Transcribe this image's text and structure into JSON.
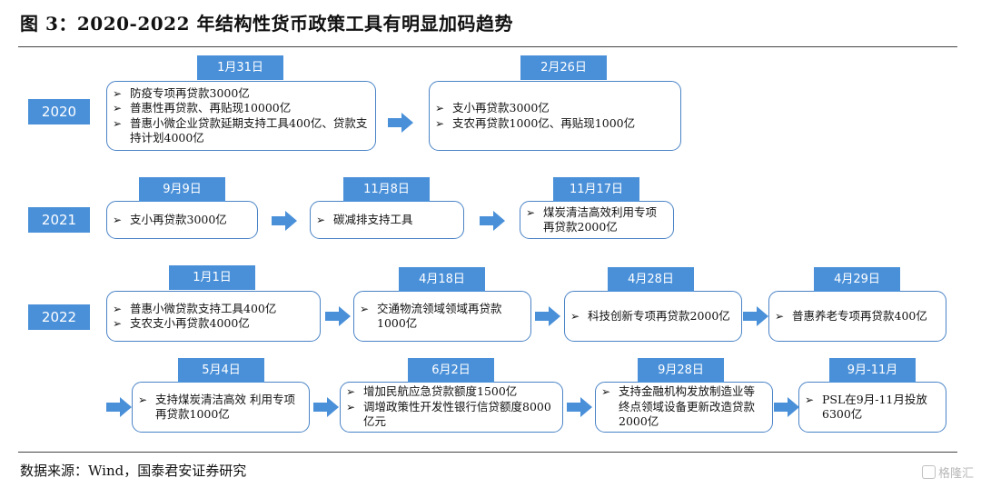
{
  "title": "图 3：2020-2022 年结构性货币政策工具有明显加码趋势",
  "source": "数据来源：Wind，国泰君安证券研究",
  "watermark": "格隆汇",
  "years": [
    "2020",
    "2021",
    "2022"
  ],
  "events": [
    {
      "date": "1月31日",
      "items": [
        "防疫专项再贷款3000亿",
        "普惠性再贷款、再贴现10000亿",
        "普惠小微企业贷款延期支持工具400亿、贷款支持计划4000亿"
      ]
    },
    {
      "date": "2月26日",
      "items": [
        "支小再贷款3000亿",
        "支农再贷款1000亿、再贴现1000亿"
      ]
    },
    {
      "date": "9月9日",
      "items": [
        "支小再贷款3000亿"
      ]
    },
    {
      "date": "11月8日",
      "items": [
        "碳减排支持工具"
      ]
    },
    {
      "date": "11月17日",
      "items": [
        "煤炭清洁高效利用专项再贷款2000亿"
      ]
    },
    {
      "date": "1月1日",
      "items": [
        "普惠小微贷款支持工具400亿",
        "支农支小再贷款4000亿"
      ]
    },
    {
      "date": "4月18日",
      "items": [
        "交通物流领域领域再贷款1000亿"
      ]
    },
    {
      "date": "4月28日",
      "items": [
        "科技创新专项再贷款2000亿"
      ]
    },
    {
      "date": "4月29日",
      "items": [
        "普惠养老专项再贷款400亿"
      ]
    },
    {
      "date": "5月4日",
      "items": [
        "支持煤炭清洁高效 利用专项再贷款1000亿"
      ]
    },
    {
      "date": "6月2日",
      "items": [
        "增加民航应急贷款额度1500亿",
        "调增政策性开发性银行信贷额度8000亿元"
      ]
    },
    {
      "date": "9月28日",
      "items": [
        "支持金融机构发放制造业等终点领域设备更新改造贷款2000亿"
      ]
    },
    {
      "date": "9月-11月",
      "items": [
        "PSL在9月-11月投放6300亿"
      ]
    }
  ],
  "colors": {
    "accent": "#4a90d9",
    "border": "#4a83c6"
  }
}
